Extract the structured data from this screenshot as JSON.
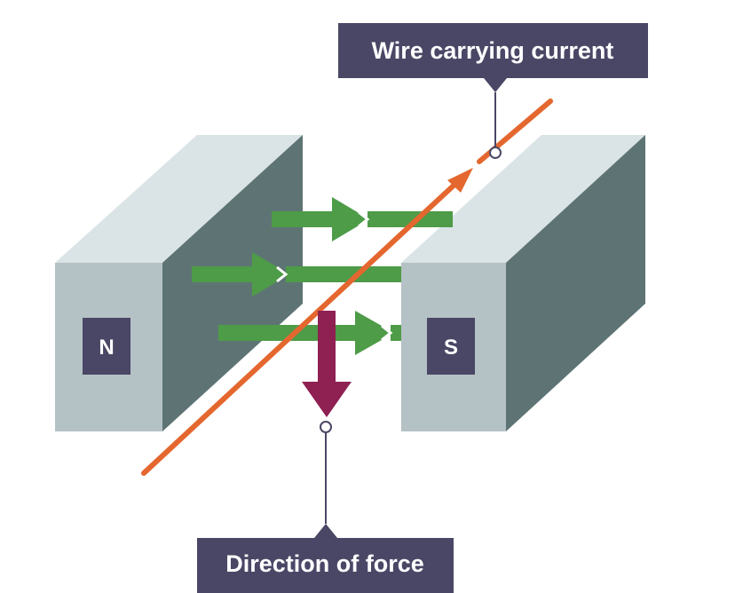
{
  "labels": {
    "wire": "Wire carrying current",
    "force": "Direction of force",
    "north_pole": "N",
    "south_pole": "S"
  },
  "colors": {
    "magnet_front": "#b4c1c5",
    "magnet_top": "#dae3e5",
    "magnet_side": "#5e7474",
    "label_box": "#4a4766",
    "field_arrow": "#4e9b48",
    "wire": "#e4672f",
    "force_arrow": "#8e2052",
    "leader_line": "#4a4766"
  },
  "icons": {
    "field_arrows": "magnetic-field-arrows",
    "force_arrow": "down-arrow",
    "current_arrow": "arrowhead"
  }
}
